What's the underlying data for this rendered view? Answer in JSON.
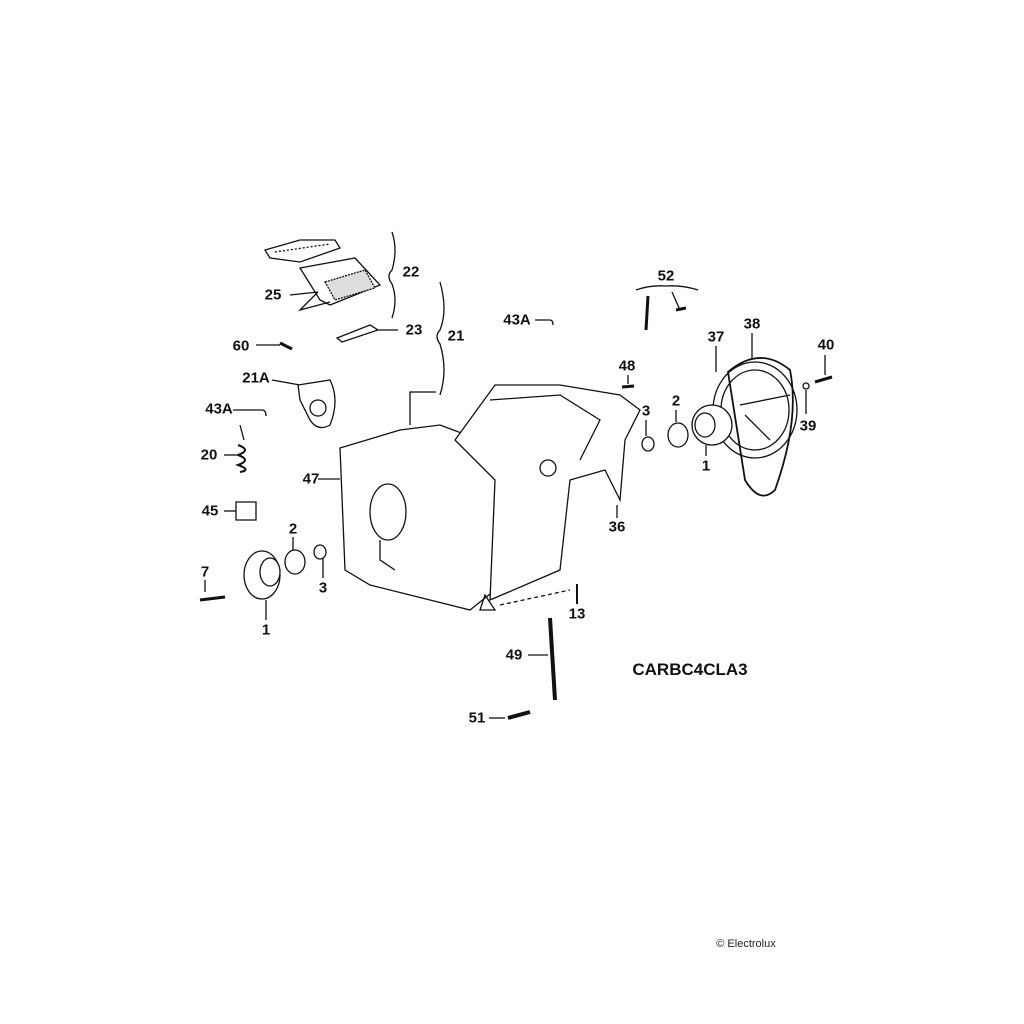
{
  "diagram": {
    "code": "CARBC4CLA3",
    "copyright": "© Electrolux",
    "callouts": {
      "p22": "22",
      "p25": "25",
      "p23": "23",
      "p21": "21",
      "p60": "60",
      "p21a": "21A",
      "p43a_top": "43A",
      "p43a_left": "43A",
      "p20": "20",
      "p47": "47",
      "p45": "45",
      "p2_left": "2",
      "p3_left": "3",
      "p7": "7",
      "p1_left": "1",
      "p52": "52",
      "p48": "48",
      "p3_right": "3",
      "p2_right": "2",
      "p37": "37",
      "p38": "38",
      "p40": "40",
      "p39": "39",
      "p1_right": "1",
      "p36": "36",
      "p13": "13",
      "p49": "49",
      "p51": "51"
    }
  }
}
